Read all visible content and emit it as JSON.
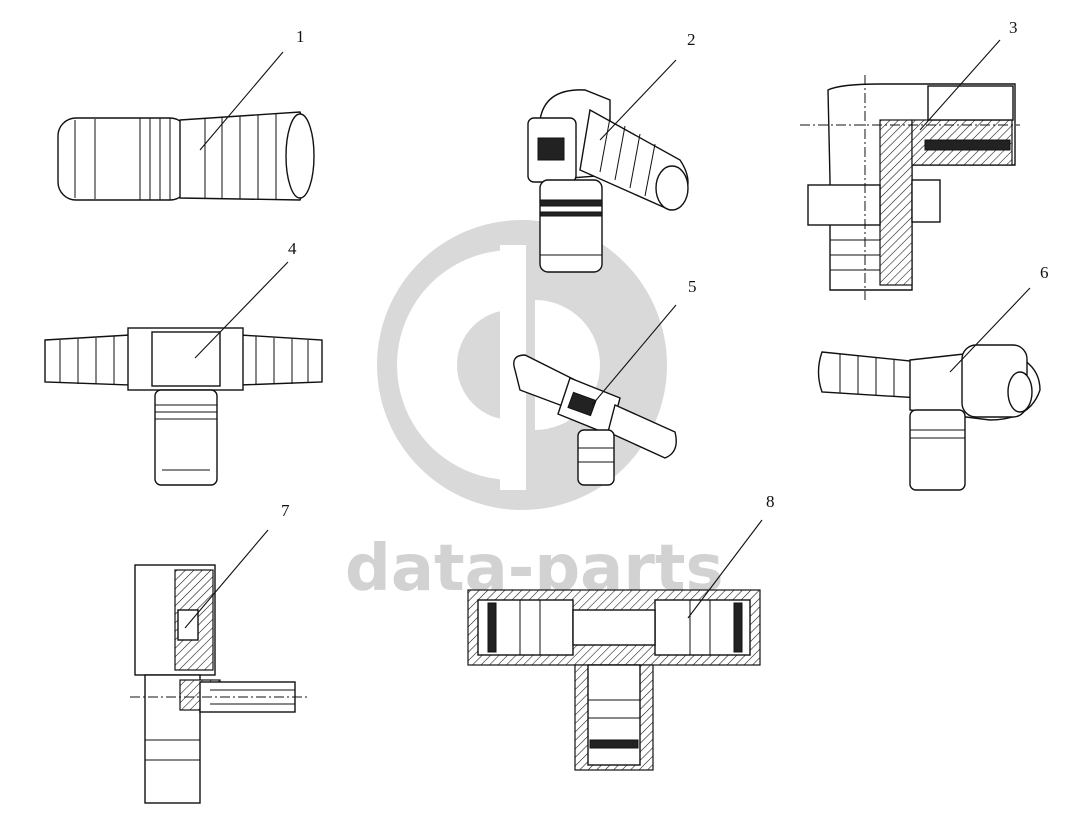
{
  "watermark": {
    "text": "data-parts",
    "color": "#d2d2d2"
  },
  "callouts": [
    "1",
    "2",
    "3",
    "4",
    "5",
    "6",
    "7",
    "8"
  ]
}
